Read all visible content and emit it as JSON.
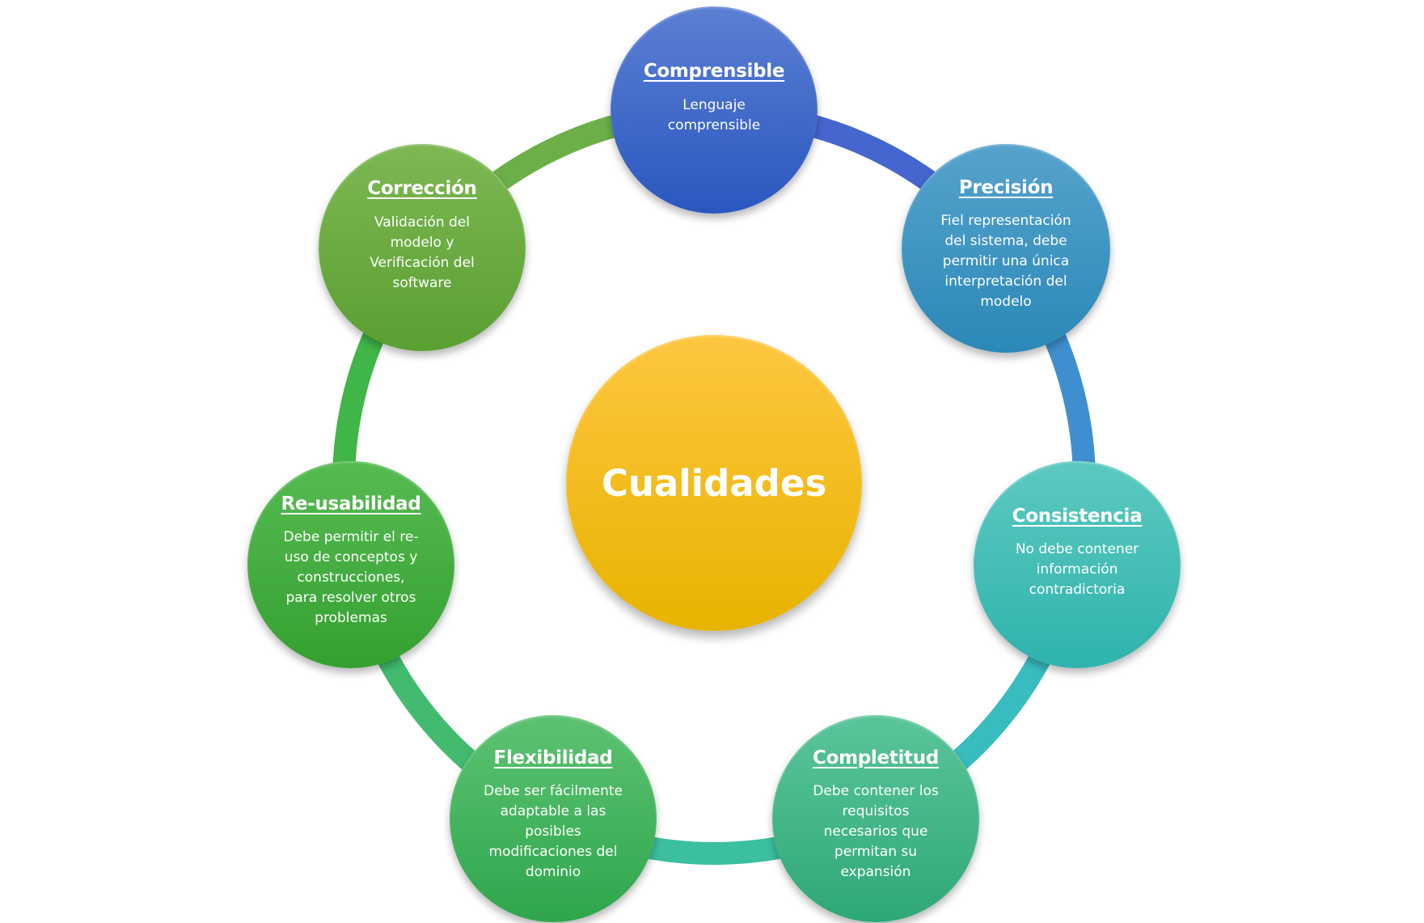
{
  "center": {
    "label": "Cualidades",
    "color_top": "#fec640",
    "color_bottom": "#e8b300"
  },
  "nodes": [
    {
      "id": "comprensible",
      "title": "Comprensible",
      "description": "Lenguaje\ncomprensible",
      "color_top": "#5b7fd3",
      "color_bottom": "#2a57c0",
      "ring_color": "#4666cf"
    },
    {
      "id": "precision",
      "title": "Precisión",
      "description": "Fiel representación\ndel sistema, debe\npermitir una única\ninterpretación del\nmodelo",
      "color_top": "#56a3cc",
      "color_bottom": "#2b88b8",
      "ring_color": "#3f8fd0"
    },
    {
      "id": "consistencia",
      "title": "Consistencia",
      "description": "No debe contener\ninformación\ncontradictoria",
      "color_top": "#5cc9c0",
      "color_bottom": "#2fb3ad",
      "ring_color": "#38bcc0"
    },
    {
      "id": "completitud",
      "title": "Completitud",
      "description": "Debe contener los\nrequisitos\nnecesarios que\npermitan su\nexpansión",
      "color_top": "#5ac59a",
      "color_bottom": "#2ea876",
      "ring_color": "#3cbf9f"
    },
    {
      "id": "flexibilidad",
      "title": "Flexibilidad",
      "description": "Debe ser fácilmente\nadaptable a las\nposibles\nmodificaciones del\ndominio",
      "color_top": "#5dc272",
      "color_bottom": "#2ea64c",
      "ring_color": "#42bb6f"
    },
    {
      "id": "reusabilidad",
      "title": "Re-usabilidad",
      "description": "Debe permitir el re-\nuso de conceptos y\nconstrucciones,\npara  resolver otros\nproblemas",
      "color_top": "#56bb52",
      "color_bottom": "#35a030",
      "ring_color": "#40b548"
    },
    {
      "id": "correccion",
      "title": "Corrección",
      "description": "Validación del\nmodelo y\nVerificación del\nsoftware",
      "color_top": "#7db852",
      "color_bottom": "#5a9f32",
      "ring_color": "#6caf48"
    }
  ]
}
